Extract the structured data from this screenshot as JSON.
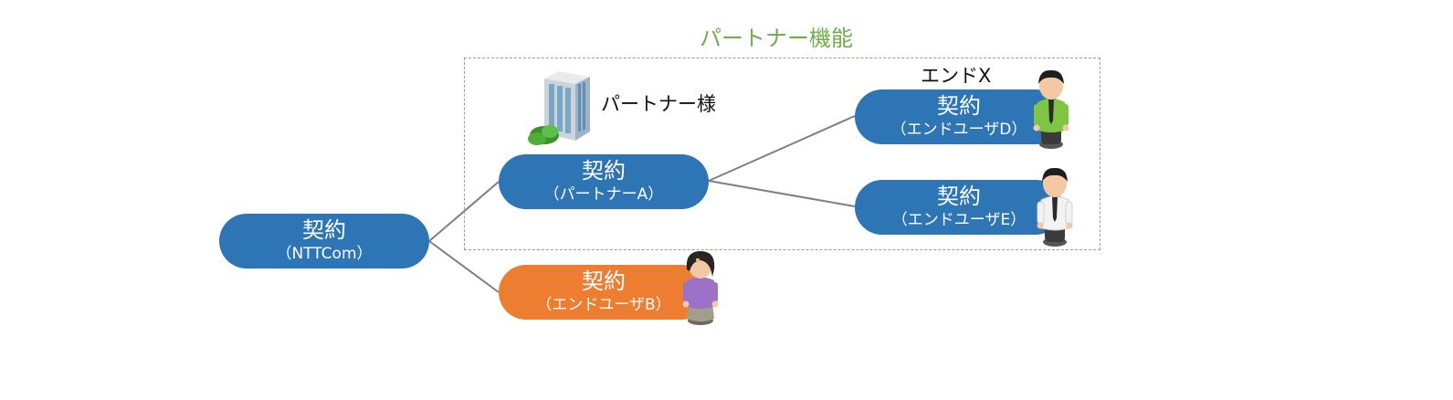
{
  "diagram": {
    "frame_title": "パートナー機能",
    "partner_caption": "パートナー様",
    "end_x_caption": "エンドX",
    "nodes": {
      "ntt": {
        "main": "契約",
        "sub": "（NTTCom）",
        "color": "#2e75b6"
      },
      "partner_a": {
        "main": "契約",
        "sub": "（パートナーA）",
        "color": "#2e75b6"
      },
      "end_user_b": {
        "main": "契約",
        "sub": "（エンドユーザB）",
        "color": "#ed7d31"
      },
      "end_user_d": {
        "main": "契約",
        "sub": "（エンドユーザD）",
        "color": "#2e75b6"
      },
      "end_user_e": {
        "main": "契約",
        "sub": "（エンドユーザE）",
        "color": "#2e75b6"
      }
    },
    "edges": [
      [
        "ntt",
        "partner_a"
      ],
      [
        "ntt",
        "end_user_b"
      ],
      [
        "partner_a",
        "end_user_d"
      ],
      [
        "partner_a",
        "end_user_e"
      ]
    ],
    "icons": {
      "building": "office-building-icon",
      "person_d": "man-green-shirt-icon",
      "person_e": "man-white-shirt-icon",
      "person_b": "woman-purple-shirt-icon"
    },
    "colors": {
      "frame_title": "#70ad47",
      "contract_blue": "#2e75b6",
      "contract_orange": "#ed7d31",
      "connector": "#7f7f7f",
      "frame_border": "#9a9a9a"
    }
  }
}
